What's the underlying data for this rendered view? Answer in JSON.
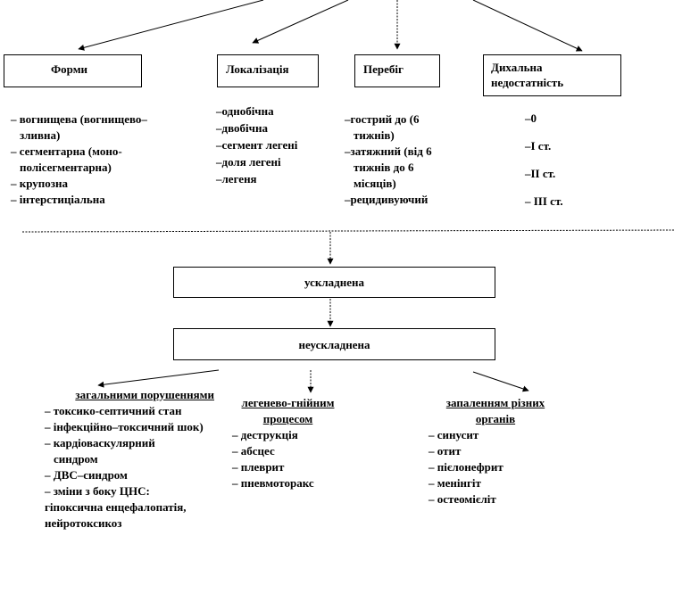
{
  "top_boxes": {
    "forms": "Форми",
    "location": "Локалізація",
    "course": "Перебіг",
    "resp": "Дихальна недостатність"
  },
  "forms_list": [
    "– вогнищева (вогнищево–зливна)",
    "– сегментарна (моно-полісегментарна)",
    "– крупозна",
    "– інтерстиціальна"
  ],
  "location_list": [
    "–однобічна",
    "–двобічна",
    "–сегмент легені",
    "–доля легені",
    "–легеня"
  ],
  "course_list": [
    "–гострий до (6 тижнів)",
    "–затяжний (від 6 тижнів до 6 місяців)",
    "–рецидивуючий"
  ],
  "resp_list": [
    "–0",
    "–І ст.",
    "–ІІ ст.",
    "– ІІІ ст."
  ],
  "mid_boxes": {
    "complicated": "ускладнена",
    "uncomplicated": "неускладнена"
  },
  "bottom": {
    "general": {
      "title": "загальними порушеннями",
      "items": [
        "– токсико-септичний стан",
        "– інфекційно–токсичний шок)",
        "– кардіоваскулярний синдром",
        "– ДВС–синдром",
        "– зміни з боку ЦНС:",
        "гіпоксична енцефалопатія, нейротоксикоз"
      ]
    },
    "lung": {
      "title": "легенево-гнійним процесом",
      "items": [
        "– деструкція",
        "– абсцес",
        "– плеврит",
        "– пневмоторакс"
      ]
    },
    "inflam": {
      "title": "запаленням різних органів",
      "items": [
        "– синусит",
        "– отит",
        "– пієлонефрит",
        "– менінгіт",
        "– остеомієліт"
      ]
    }
  }
}
